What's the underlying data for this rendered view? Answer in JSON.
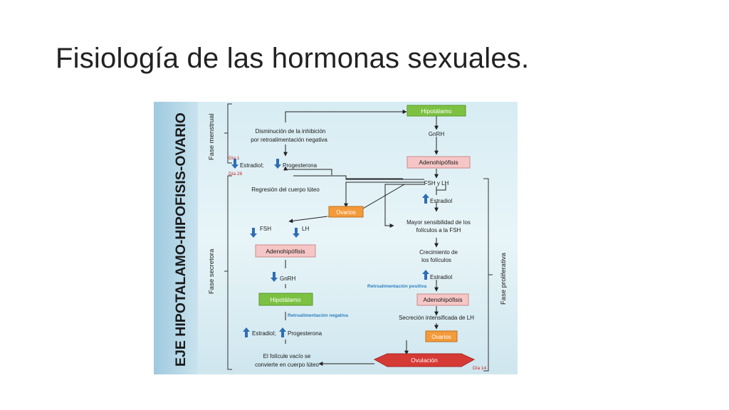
{
  "slide": {
    "title": "Fisiología de las hormonas sexuales."
  },
  "diagram": {
    "side_title": "EJE HIPOTALAMO-HIPOFISIS-OVARIO",
    "phases": {
      "menstrual": "Fase menstrual",
      "secretory": "Fase secretora",
      "proliferative": "Fase proliferativa"
    },
    "days": {
      "d1": "Día 1",
      "d28": "Día 28",
      "d14": "Día 14"
    },
    "boxes": {
      "hipotalamo_top": "Hipotálamo",
      "adeno_top": "Adenohipófisis",
      "ovarios_mid": "Ovarios",
      "adeno_left": "Adenohipófisis",
      "hipotalamo_left": "Hipotálamo",
      "adeno_right": "Adenohipófisis",
      "ovarios_bottom": "Ovarios",
      "ovulacion": "Ovulación"
    },
    "labels": {
      "disminucion_1": "Disminución de la inhibición",
      "disminucion_2": "por retroalimentación negativa",
      "estradiol": "Estradiol;",
      "progesterona": "Progesterona",
      "gnrh": "GnRH",
      "fsh_lh": "FSH y LH",
      "regresion": "Regresión del cuerpo lúteo",
      "estradiol_up": "Estradiol",
      "sensibilidad_1": "Mayor sensibilidad de los",
      "sensibilidad_2": "folículos a la FSH",
      "fsh": "FSH",
      "lh": "LH",
      "crecimiento_1": "Crecimiento de",
      "crecimiento_2": "los folículos",
      "gnrh_left": "GnRH",
      "estradiol_up2": "Estradiol",
      "retro_pos": "Retroalimentación positiva",
      "retro_neg": "Retroalimentación negativa",
      "secrecion": "Secreción intensificada de LH",
      "estradiol_bottom": "Estradiol;",
      "progesterona_bottom": "Progesterona",
      "foliculo_1": "El folículo vacío se",
      "foliculo_2": "convierte en cuerpo lúteo"
    },
    "colors": {
      "green": "#7cc142",
      "pink": "#f6c6c6",
      "orange": "#f39a3a",
      "red": "#d63a35",
      "retro": "#2d7fc1",
      "arrow_blue": "#2f6db4",
      "title_bg": "#1f4e8c"
    }
  }
}
